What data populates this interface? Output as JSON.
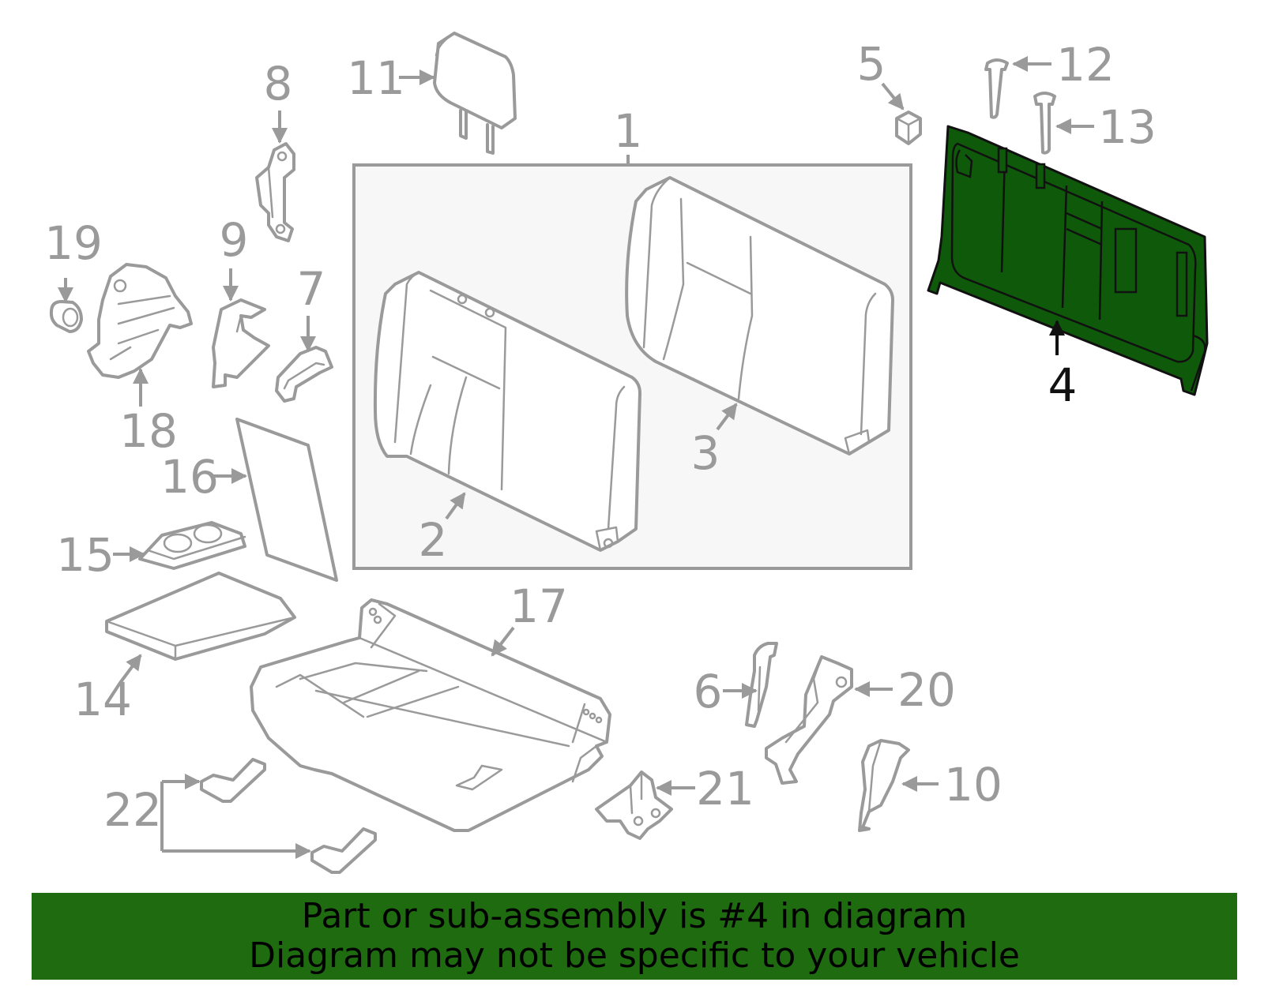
{
  "diagram": {
    "callouts": [
      "1",
      "2",
      "3",
      "4",
      "5",
      "6",
      "7",
      "8",
      "9",
      "10",
      "11",
      "12",
      "13",
      "14",
      "15",
      "16",
      "17",
      "18",
      "19",
      "20",
      "21",
      "22"
    ],
    "highlighted_part": "4",
    "colors": {
      "highlight_fill": "#0f5a0a",
      "line": "#9a9a9a",
      "box_fill": "#f7f7f7",
      "banner": "#1e6b10"
    }
  },
  "banner": {
    "line1": "Part or sub-assembly is #4 in diagram",
    "line2": "Diagram may not be specific to your vehicle"
  }
}
